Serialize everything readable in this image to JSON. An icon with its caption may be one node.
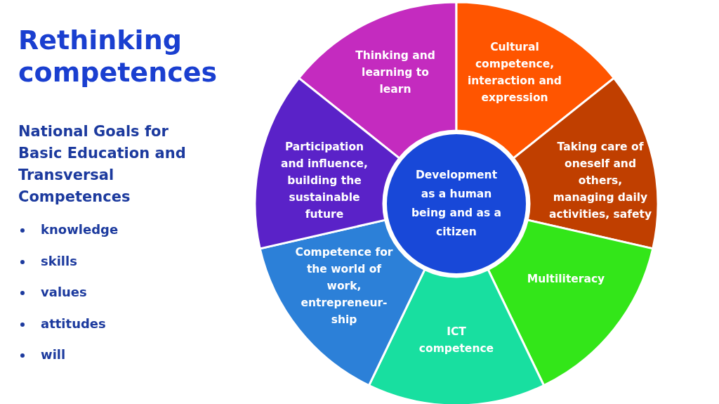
{
  "diagram": {
    "title": "Rethinking competences",
    "nodes": [
      {
        "text": [
          "Thinking and learning to learn"
        ]
      },
      {
        "text": [
          "Cultural competence, interaction and expression"
        ]
      },
      {
        "text": [
          "Taking care of oneself and others, managing daily activities, safety"
        ]
      },
      {
        "text": [
          "Multiliteracy"
        ]
      },
      {
        "text": [
          "ICT competence"
        ]
      },
      {
        "text": [
          "Competence for the world of work, entrepreneur-ship"
        ]
      },
      {
        "text": [
          "Participation and influence, building the sustainable future"
        ]
      },
      {
        "text": [
          "Development as a human being and as a citizen"
        ]
      }
    ],
    "labels": [
      "National Goals for Basic Education and Transversal Competences",
      "knowledge",
      "skills",
      "values",
      "attitudes",
      "will"
    ]
  }
}
